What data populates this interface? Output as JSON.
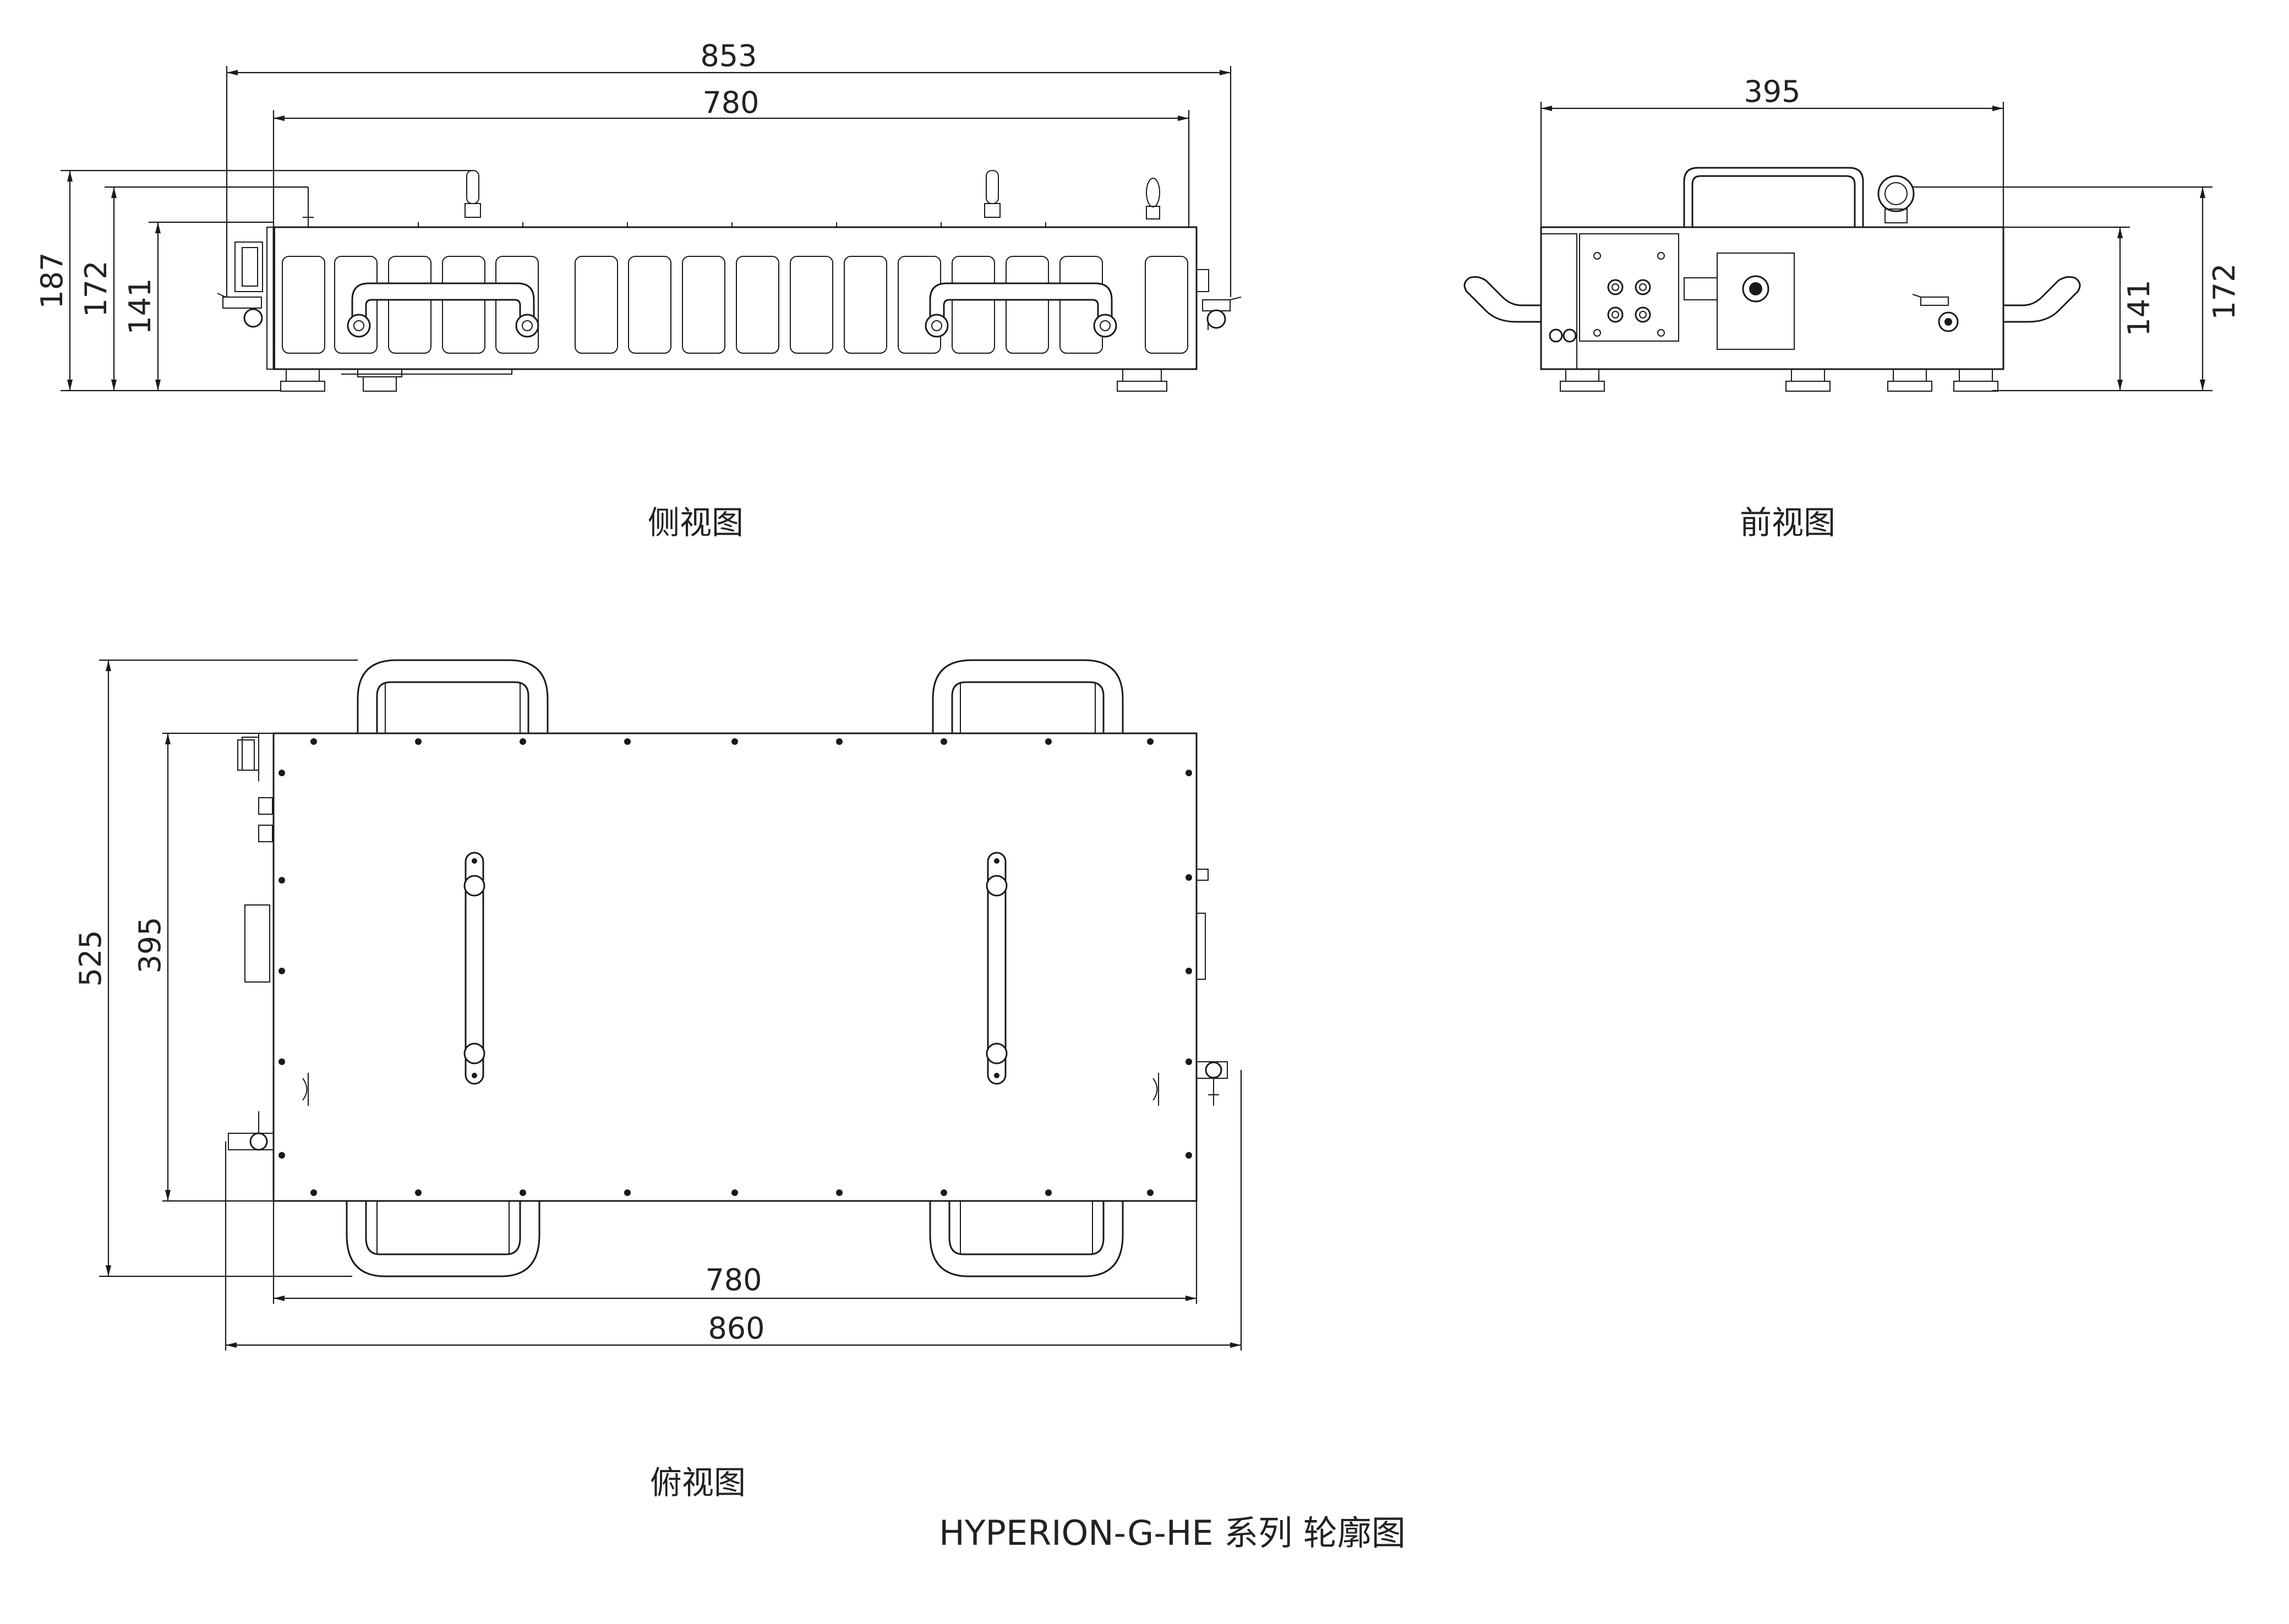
{
  "views": {
    "side": {
      "caption": "侧视图",
      "dims": {
        "overall_length": "853",
        "body_length": "780",
        "total_height": "187",
        "handle_height": "172",
        "body_height": "141"
      }
    },
    "front": {
      "caption": "前视图",
      "dims": {
        "width": "395",
        "body_height": "141",
        "handle_height": "172"
      }
    },
    "top": {
      "caption": "俯视图",
      "dims": {
        "overall_depth": "525",
        "body_depth": "395",
        "body_length": "780",
        "overall_length": "860"
      }
    }
  },
  "drawing_title": "HYPERION-G-HE 系列 轮廓图",
  "colors": {
    "line": "#1a1a1a",
    "background": "#ffffff"
  }
}
